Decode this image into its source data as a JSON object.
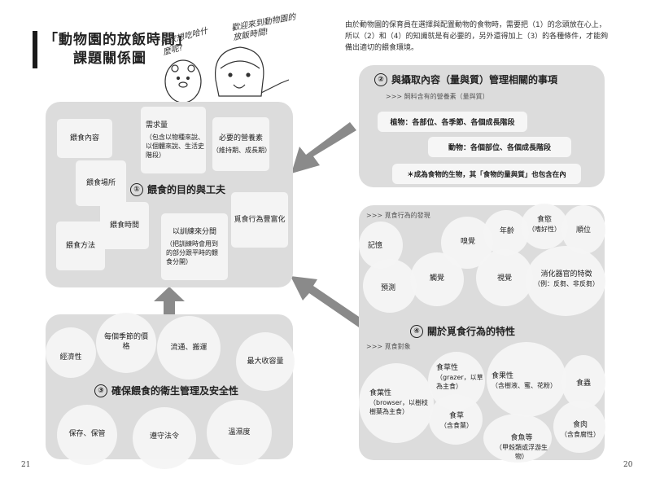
{
  "title": {
    "line1": "「動物園的放飯時間」",
    "line2": "課題關係圖"
  },
  "handwritten": {
    "bubble1": "大家想吃哈什麼呢?",
    "bubble2": "歡迎來到動物園的放飯時間!"
  },
  "intro": "由於動物園的保育員在選擇與配置動物的食物時，需要把（1）的念頭放在心上，所以（2）和（4）的知識就是有必要的，另外還得加上（3）的各種條件，才能夠備出適切的餵食環境。",
  "page_left": "21",
  "page_right": "20",
  "panel1": {
    "number": "①",
    "heading": "餵食的目的與工夫",
    "boxes": {
      "feed_content": "餵食內容",
      "demand": "需求量",
      "demand_sub": "（包含以物種來說、以個體來說、生活史階段）",
      "nutrients": "必要的營養素",
      "nutrients_sub": "（維持期、成長期）",
      "feed_place": "餵食場所",
      "feed_time": "餵食時間",
      "feed_method": "餵食方法",
      "training": "以訓練來分間",
      "training_sub": "（把訓練時會用到的部分跟平時的餵食分開）",
      "enrich": "覓食行為豐富化"
    }
  },
  "panel2": {
    "number": "②",
    "heading": "與攝取內容（量與質）管理相關的事項",
    "section": ">>> 飼料含有的營養素（量與質）",
    "pill1": "植物：各部位、各季節、各個成長階段",
    "pill2": "動物：各個部位、各個成長階段",
    "pill3": "＊成為食物的生物，其「食物的量與質」也包含在內"
  },
  "panel3": {
    "number": "③",
    "heading": "確保餵食的衛生管理及安全性",
    "items": {
      "economy": "經濟性",
      "seasonal": "每個季節的價格",
      "distribution": "流通、搬運",
      "max_storage": "最大收容量",
      "storage": "保存、保管",
      "compliance": "遵守法令",
      "temperature": "溫濕度"
    }
  },
  "panel4": {
    "number": "④",
    "heading": "關於覓食行為的特性",
    "section1": ">>> 覓食行為的發現",
    "section2": ">>> 覓食對象",
    "circles": {
      "memory": "記憶",
      "smell": "嗅覺",
      "age": "年齡",
      "appetite": "食慾",
      "appetite_sub": "（嗜好性）",
      "rank": "順位",
      "prediction": "預測",
      "touch": "觸覺",
      "vision": "視覺",
      "digestive": "消化器官的特徵",
      "digestive_sub": "（例：反芻、非反芻）",
      "folivore": "食葉性",
      "folivore_sub": "（browser，以樹枝樹葉為主食）",
      "grazer": "食草性",
      "grazer_sub": "（grazer，以草為主食）",
      "herbage": "食草",
      "herbage_sub": "（含食葉）",
      "frugivore": "食果性",
      "frugivore_sub": "（含樹液、蜜、花粉）",
      "insectivore": "食蟲",
      "piscivore": "食魚等",
      "piscivore_sub": "（甲殼類或浮游生物）",
      "carnivore": "食肉",
      "carnivore_sub": "（含食腐性）"
    }
  },
  "colors": {
    "panel": "#dcdcdc",
    "box": "#f4f4f4",
    "arrow": "#8a8a8a",
    "title_bar": "#1a1a1a"
  }
}
